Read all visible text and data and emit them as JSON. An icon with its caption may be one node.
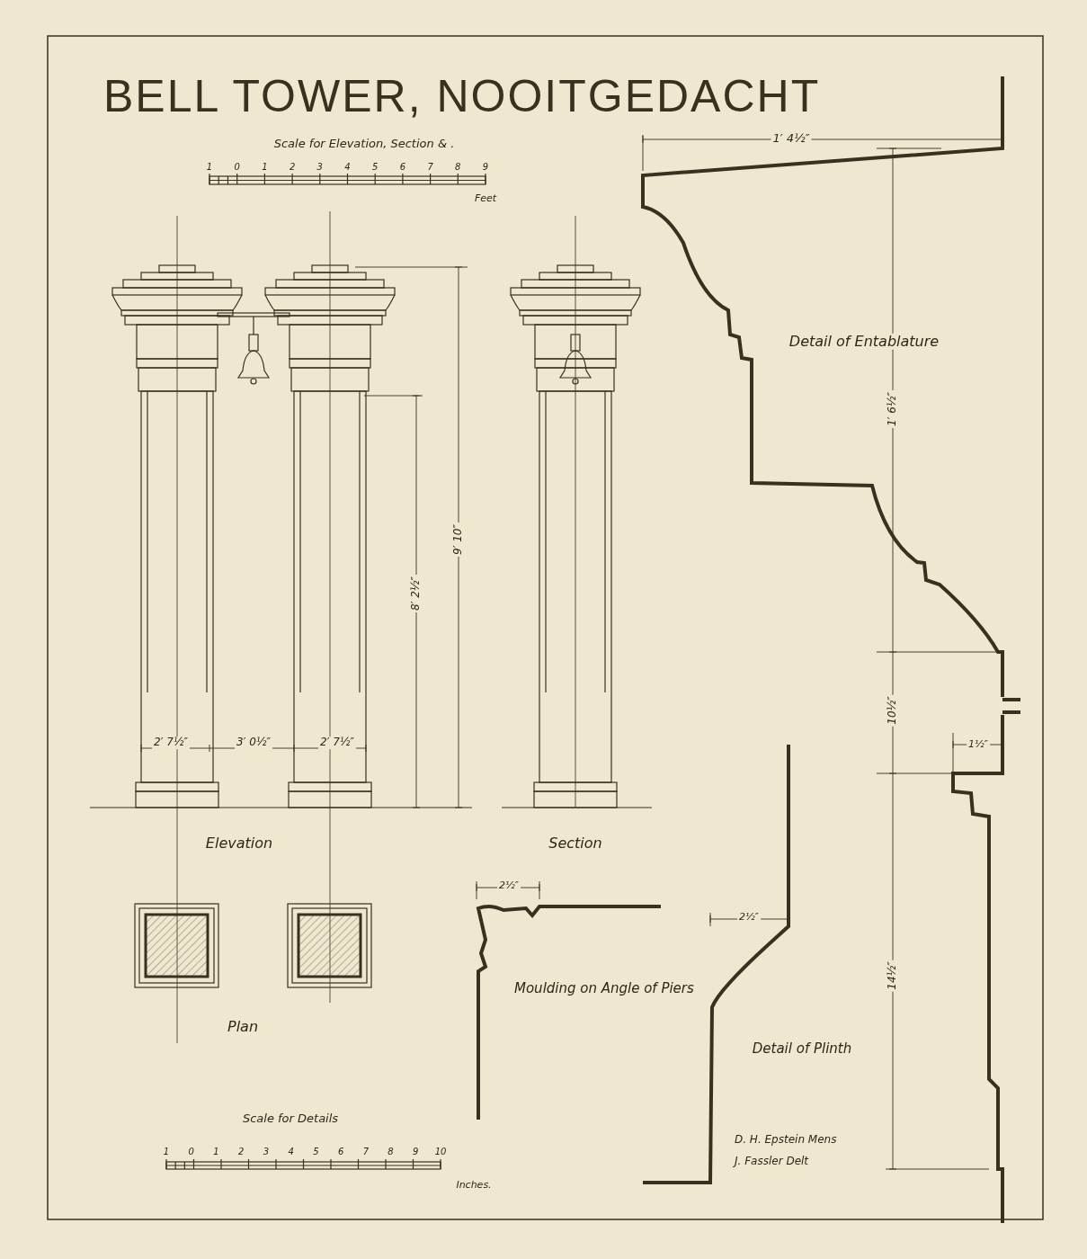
{
  "diagram": {
    "title": "BELL TOWER, NOOITGEDACHT",
    "labels": [
      "Scale for Elevation, Section & .",
      "1",
      "0",
      "1",
      "2",
      "3",
      "4",
      "5",
      "6",
      "7",
      "8",
      "9",
      "Feet",
      "1′ 4½″",
      "Detail of Entablature",
      "9′ 10″",
      "8′ 2½″",
      "1′ 6½″",
      "10½″",
      "2′ 7½″",
      "3′ 0½″",
      "2′ 7½″",
      "1½″",
      "Elevation",
      "Section",
      "2½″",
      "2½″",
      "Plan",
      "Moulding on Angle of Piers",
      "14½″",
      "Detail of Plinth",
      "Scale for Details",
      "1",
      "0",
      "1",
      "2",
      "3",
      "4",
      "5",
      "6",
      "7",
      "8",
      "9",
      "10",
      "D. H. Epstein Mens",
      "J. Fassler Delt",
      "Inches."
    ]
  }
}
